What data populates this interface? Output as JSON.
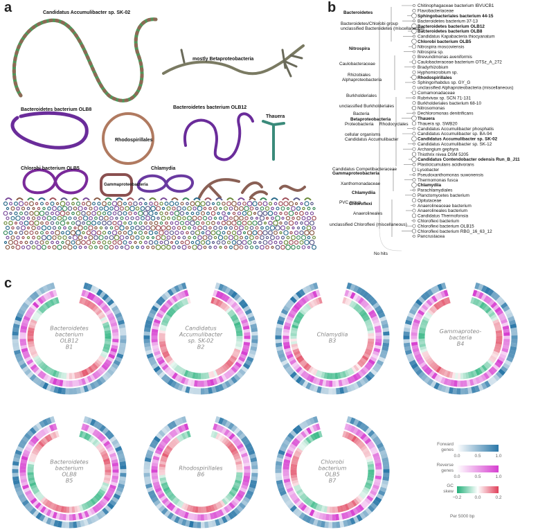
{
  "panels": {
    "a": "a",
    "b": "b",
    "c": "c"
  },
  "panel_a": {
    "labels": [
      "Candidatus Accumulibacter sp. SK-02",
      "mostly Betaproteobacteria",
      "Bacteroidetes bacterium OLB8",
      "Bacteroidetes bacterium OLB12",
      "Thauera",
      "Rhodospirillales",
      "Chlorobi bacterium OLB5",
      "Chlamydia",
      "Gammaproteobacteria"
    ]
  },
  "panel_b": {
    "internal": [
      "Bacteroidetes",
      "Bacteroidetes/Chlorobi group",
      "unclassified Bacteroidetes (miscellaneous)",
      "Nitrospira",
      "Caulobacteraceae",
      "Rhizobiales",
      "Alphaproteobacteria",
      "Burkholderiales",
      "unclassified Burkholderiales",
      "Bacteria",
      "Betaproteobacteria",
      "Proteobacteria",
      "Rhodocyclales",
      "cellular organisms",
      "Candidatus Accumulibacter",
      "Candidatus Competibacteraceae",
      "Gammaproteobacteria",
      "Xanthomonadaceae",
      "Chlamydiia",
      "PVC group",
      "Chloroflexi",
      "Anaerolineales",
      "unclassified Chloroflexi (miscellaneous)",
      "No hits"
    ],
    "leaves": [
      {
        "t": "Chitinophagaceae bacterium IBVUCB1",
        "b": false
      },
      {
        "t": "Flavobacteriaceae",
        "b": false
      },
      {
        "t": "Sphingobacteriales bacterium 44-15",
        "b": true
      },
      {
        "t": "Bacteroidetes bacterium 37-13",
        "b": false
      },
      {
        "t": "Bacteroidetes bacterium OLB12",
        "b": true
      },
      {
        "t": "Bacteroidetes bacterium OLB8",
        "b": true
      },
      {
        "t": "Candidatus Kapabacteria thiocyanatum",
        "b": false
      },
      {
        "t": "Chlorobi bacterium OLB5",
        "b": true
      },
      {
        "t": "Nitrospira moscoviensis",
        "b": false
      },
      {
        "t": "Nitrospira sp.",
        "b": false
      },
      {
        "t": "Brevundimonas aveniformis",
        "b": false
      },
      {
        "t": "Caulobacteraceae bacterium OTSz_A_272",
        "b": false
      },
      {
        "t": "Bradyrhizobium",
        "b": false
      },
      {
        "t": "Hyphomicrobium sp.",
        "b": false
      },
      {
        "t": "Rhodospirillales",
        "b": true
      },
      {
        "t": "Sphingorhabdus sp. GY_G",
        "b": false
      },
      {
        "t": "unclassified Alphaproteobacteria (miscellaneous)",
        "b": false
      },
      {
        "t": "Comamonadaceae",
        "b": false
      },
      {
        "t": "Rubrivivax sp. SCN 71-131",
        "b": false
      },
      {
        "t": "Burkholderiales bacterium 68-10",
        "b": false
      },
      {
        "t": "Nitrosomonas",
        "b": false
      },
      {
        "t": "Dechloromonas denitrificans",
        "b": false
      },
      {
        "t": "Thauera",
        "b": true
      },
      {
        "t": "Thauera sp. SWB20",
        "b": false
      },
      {
        "t": "Candidatus Accumulibacter phosphatis",
        "b": false
      },
      {
        "t": "Candidatus Accumulibacter sp. BA-94",
        "b": false
      },
      {
        "t": "Candidatus Accumulibacter sp. SK-02",
        "b": true
      },
      {
        "t": "Candidatus Accumulibacter sp. SK-12",
        "b": false
      },
      {
        "t": "Archangium gephyra",
        "b": false
      },
      {
        "t": "Thiothrix nivea DSM 5205",
        "b": false
      },
      {
        "t": "Candidatus Contendobacter odensis Run_B_J11",
        "b": true
      },
      {
        "t": "Plasticicumulans acidivorans",
        "b": false
      },
      {
        "t": "Lysobacter",
        "b": false
      },
      {
        "t": "Pseudoxanthomonas suwonensis",
        "b": false
      },
      {
        "t": "Thermomonas fusca",
        "b": false
      },
      {
        "t": "Chlamydiia",
        "b": true
      },
      {
        "t": "Parachlamydiales",
        "b": false
      },
      {
        "t": "Planctomycetes bacterium",
        "b": false
      },
      {
        "t": "Opitutaceae",
        "b": false
      },
      {
        "t": "Anaerolineaceae bacterium",
        "b": false
      },
      {
        "t": "Anaerolineales bacterium",
        "b": false
      },
      {
        "t": "Candidatus Thermofonsia",
        "b": false
      },
      {
        "t": "Chloroflexi bacterium",
        "b": false
      },
      {
        "t": "Chloroflexi bacterium OLB15",
        "b": false
      },
      {
        "t": "Chloroflexi bacterium RBG_16_63_12",
        "b": false
      },
      {
        "t": "Pancrustacea",
        "b": false
      }
    ]
  },
  "panel_c": {
    "circles": [
      {
        "name": [
          "Bacteroidetes",
          "bacterium",
          "OLB12",
          "B1"
        ]
      },
      {
        "name": [
          "Candidatus",
          "Accumulibacter",
          "sp. SK-02",
          "B2"
        ]
      },
      {
        "name": [
          "Chlamydiia",
          "B3"
        ]
      },
      {
        "name": [
          "Gammaproteo-",
          "bacteria",
          "B4"
        ]
      },
      {
        "name": [
          "Bacteroidetes",
          "bacterium",
          "OLB8",
          "B5"
        ]
      },
      {
        "name": [
          "Rhodospirillales",
          "B6"
        ]
      },
      {
        "name": [
          "Chlorobi",
          "bacterium",
          "OLB5",
          "B7"
        ]
      }
    ],
    "legend": {
      "forward_label": [
        "Forward",
        "genes"
      ],
      "forward_ticks": [
        "0.0",
        "0.5",
        "1.0"
      ],
      "reverse_label": [
        "Reverse",
        "genes"
      ],
      "reverse_ticks": [
        "0.0",
        "0.5",
        "1.0"
      ],
      "gc_label": [
        "GC",
        "skew"
      ],
      "gc_ticks": [
        "−0.2",
        "0.0",
        "0.2"
      ],
      "footnote": "Per 5000 bp"
    },
    "colors": {
      "forward": "#2a77a8",
      "reverse": "#d63fd0",
      "gc_neg": "#24b07a",
      "gc_pos": "#e0405a"
    }
  }
}
